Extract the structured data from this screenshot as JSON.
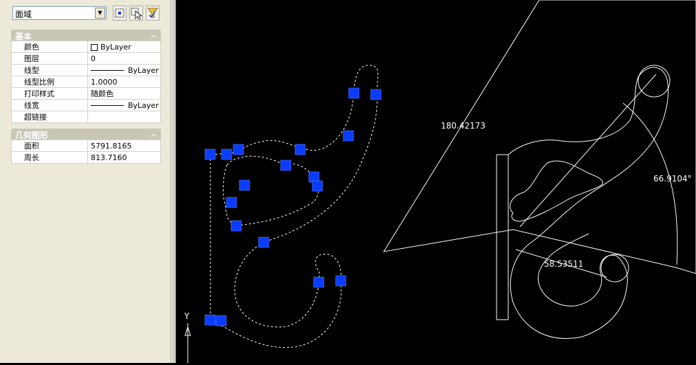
{
  "toolbar": {
    "object_type": "面域",
    "buttons": [
      {
        "icon": "pickadd-icon"
      },
      {
        "icon": "select-objects-icon"
      },
      {
        "icon": "quick-select-icon"
      }
    ]
  },
  "sections": {
    "basic": {
      "title": "基本",
      "rows": [
        {
          "label": "颜色",
          "value": "ByLayer"
        },
        {
          "label": "图层",
          "value": "0"
        },
        {
          "label": "线型",
          "value": "ByLayer"
        },
        {
          "label": "线型比例",
          "value": "1.0000"
        },
        {
          "label": "打印样式",
          "value": "随颜色"
        },
        {
          "label": "线宽",
          "value": "ByLayer"
        },
        {
          "label": "超链接",
          "value": ""
        }
      ]
    },
    "geometry": {
      "title": "几何图形",
      "rows": [
        {
          "label": "面积",
          "value": "5791.8165"
        },
        {
          "label": "周长",
          "value": "813.7160"
        }
      ]
    }
  },
  "drawing": {
    "dim_linear": "180.42173",
    "dim_angle": "66.9104°",
    "dim_radius": "58.53511",
    "ucs_y_label": "Y",
    "grip_color": "#0a3cff",
    "line_color": "#ffffff"
  }
}
